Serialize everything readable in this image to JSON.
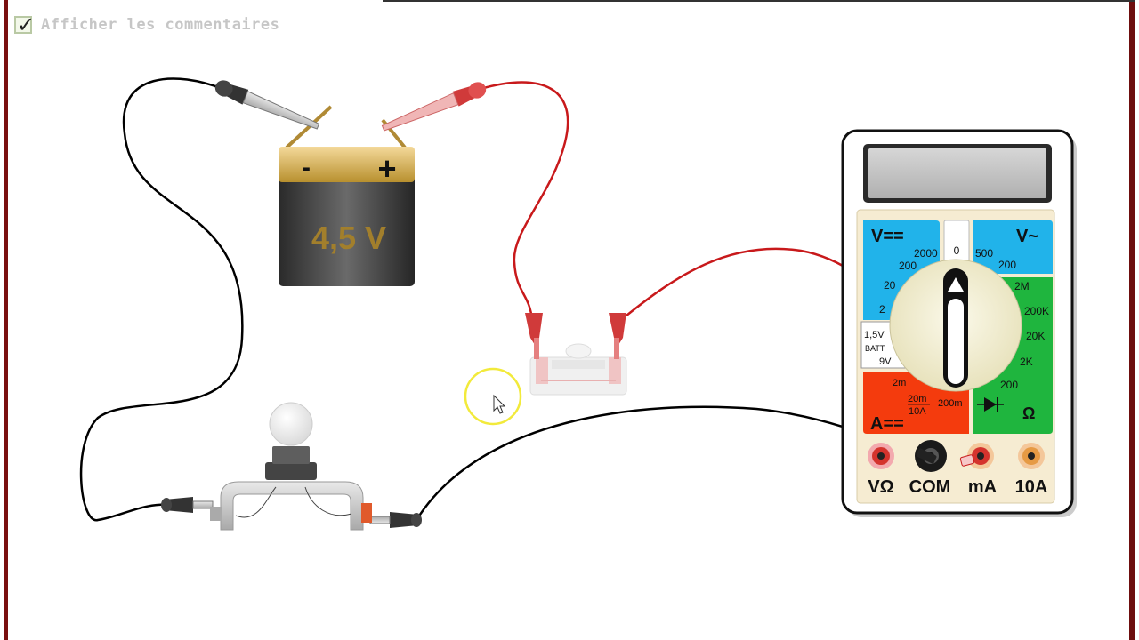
{
  "comments": {
    "label": "Afficher les commentaires",
    "checked": true
  },
  "battery": {
    "voltage": "4,5 V",
    "minus": "-",
    "plus": "+"
  },
  "multimeter": {
    "sections": {
      "v_dc": "V==",
      "v_ac": "V~",
      "a_dc": "A==",
      "ohm": "Ω",
      "batt": "BATT"
    },
    "scales": {
      "v_dc": [
        "2000",
        "200",
        "20",
        "2"
      ],
      "v_ac": [
        "500",
        "200"
      ],
      "ohm": [
        "2M",
        "200K",
        "20K",
        "2K",
        "200"
      ],
      "a_dc": [
        "2m",
        "20m",
        "10A",
        "200m"
      ],
      "batt": [
        "1,5V",
        "9V"
      ],
      "off": "0"
    },
    "jacks": [
      "VΩ",
      "COM",
      "mA",
      "10A"
    ]
  },
  "colors": {
    "wire_black": "#000000",
    "wire_red": "#c8191b",
    "v_dc_panel": "#21b3ea",
    "ohm_panel": "#1fb53e",
    "a_panel": "#f43b0d",
    "dial": "#f3efd4",
    "cursor_ring": "#f2ea3b"
  }
}
